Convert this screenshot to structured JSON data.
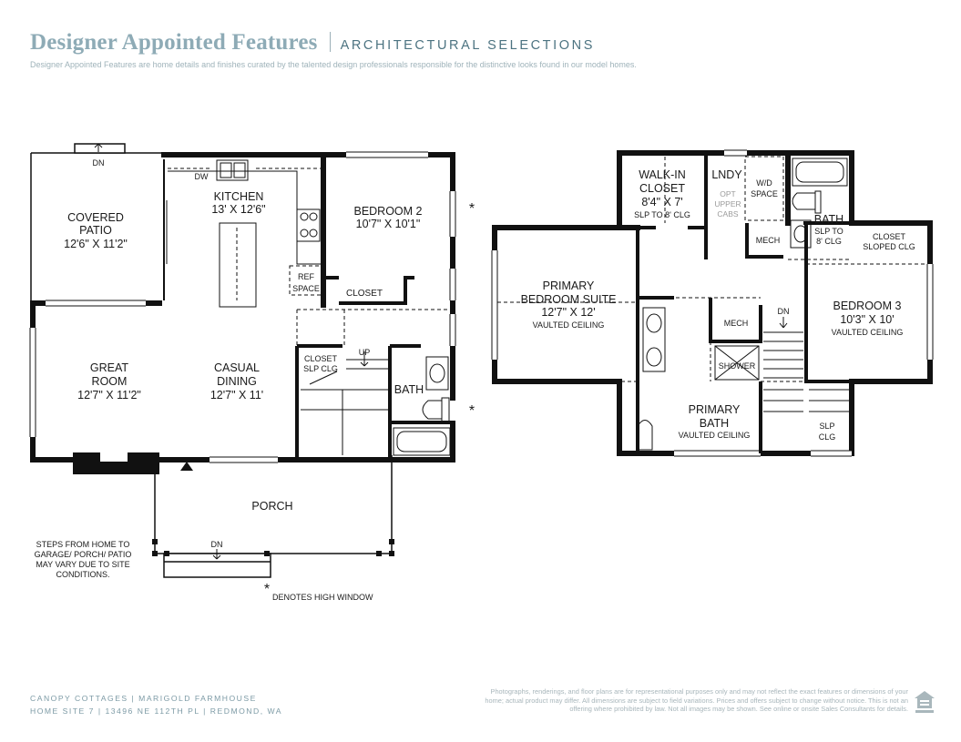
{
  "header": {
    "title": "Designer Appointed Features",
    "subtitle": "ARCHITECTURAL SELECTIONS",
    "description": "Designer Appointed Features are home details and finishes curated by the talented design professionals responsible for the distinctive looks found in our model homes."
  },
  "main_floor": {
    "covered_patio": {
      "name_1": "COVERED",
      "name_2": "PATIO",
      "size": "12'6\" X 11'2\""
    },
    "patio_dn": "DN",
    "kitchen": {
      "name": "KITCHEN",
      "size": "13' X 12'6\""
    },
    "dw": "DW",
    "ref_space": {
      "line1": "REF",
      "line2": "SPACE"
    },
    "bedroom_2": {
      "name": "BEDROOM 2",
      "size": "10'7\" X 10'1\""
    },
    "closet": "CLOSET",
    "great_room": {
      "name_1": "GREAT",
      "name_2": "ROOM",
      "size": "12'7\" X 11'2\""
    },
    "casual_dining": {
      "name_1": "CASUAL",
      "name_2": "DINING",
      "size": "12'7\" X 11'"
    },
    "closet_slp": {
      "line1": "CLOSET",
      "line2": "SLP CLG"
    },
    "stairs_up": "UP",
    "bath": "BATH",
    "porch": "PORCH",
    "porch_dn": "DN",
    "steps_note": [
      "STEPS FROM HOME TO",
      "GARAGE/ PORCH/ PATIO",
      "MAY VARY DUE TO SITE",
      "CONDITIONS."
    ],
    "high_window_note": "DENOTES HIGH WINDOW",
    "asterisk": "*"
  },
  "upper_floor": {
    "walk_in": {
      "name_1": "WALK-IN",
      "name_2": "CLOSET",
      "size": "8'4\" X 7'",
      "note": "SLP TO 8' CLG"
    },
    "lndy": {
      "name": "LNDY",
      "opt_1": "OPT",
      "opt_2": "UPPER",
      "opt_3": "CABS"
    },
    "wd_space": {
      "line1": "W/D",
      "line2": "SPACE"
    },
    "bath": {
      "name": "BATH",
      "note_1": "SLP TO",
      "note_2": "8' CLG"
    },
    "mech_top": "MECH",
    "closet_sloped": {
      "line1": "CLOSET",
      "line2": "SLOPED CLG"
    },
    "primary_suite": {
      "name_1": "PRIMARY",
      "name_2": "BEDROOM SUITE",
      "size": "12'7\" X 12'",
      "note": "VAULTED CEILING"
    },
    "mech_mid": "MECH",
    "stairs_dn": "DN",
    "bedroom_3": {
      "name": "BEDROOM 3",
      "size": "10'3\" X 10'",
      "note": "VAULTED CEILING"
    },
    "shower": "SHOWER",
    "primary_bath": {
      "name_1": "PRIMARY",
      "name_2": "BATH",
      "note": "VAULTED CEILING"
    },
    "slp_clg": {
      "line1": "SLP",
      "line2": "CLG"
    }
  },
  "footer": {
    "line1": "CANOPY COTTAGES  |  MARIGOLD FARMHOUSE",
    "line2": "HOME SITE 7  |  13496 NE 112TH PL  |  REDMOND, WA",
    "disclaimer": "Photographs, renderings, and floor plans are for representational purposes only and may not reflect the exact features or dimensions of your home; actual product may differ. All dimensions are subject to field variations. Prices and offers subject to change without notice. This is not an offering where prohibited by law. Not all images may be shown. See online or onsite Sales Consultants for details."
  },
  "colors": {
    "accent": "#8eabb6",
    "subtitle": "#4c7381",
    "wall": "#111111"
  }
}
